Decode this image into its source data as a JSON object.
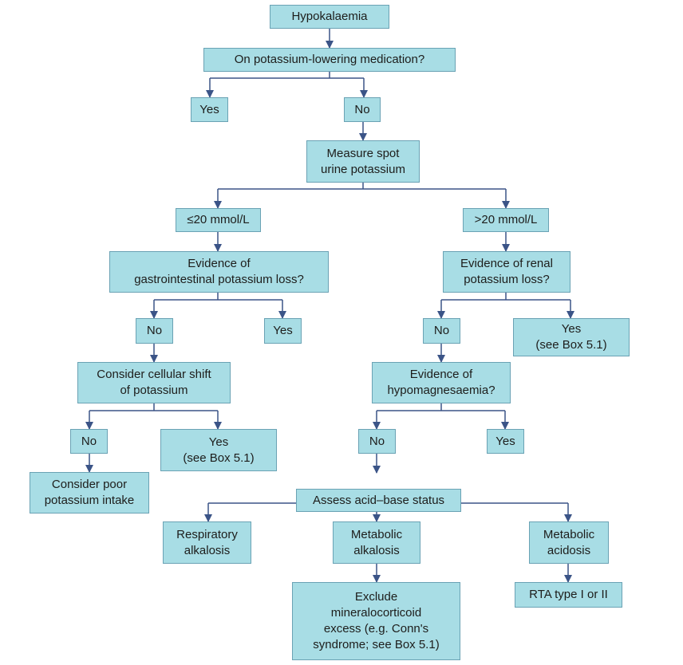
{
  "colors": {
    "box_fill": "#a8dde5",
    "box_border": "#6aa2b4",
    "connector": "#3b5487",
    "text": "#1d1d1b"
  },
  "nodes": {
    "hypokalaemia": [
      "Hypokalaemia"
    ],
    "medication_question": [
      "On potassium-lowering medication?"
    ],
    "medication_yes": [
      "Yes"
    ],
    "medication_no": [
      "No"
    ],
    "measure_urine": [
      "Measure spot",
      "urine potassium"
    ],
    "low_urine": [
      "≤20 mmol/L"
    ],
    "high_urine": [
      ">20 mmol/L"
    ],
    "gi_loss_question": [
      "Evidence of",
      "gastrointestinal potassium loss?"
    ],
    "renal_loss_question": [
      "Evidence of renal",
      "potassium loss?"
    ],
    "gi_no": [
      "No"
    ],
    "gi_yes": [
      "Yes"
    ],
    "renal_no": [
      "No"
    ],
    "renal_yes": [
      "Yes",
      "(see Box 5.1)"
    ],
    "cellular_shift": [
      "Consider cellular shift",
      "of potassium"
    ],
    "hypomagnesaemia_question": [
      "Evidence of",
      "hypomagnesaemia?"
    ],
    "shift_no": [
      "No"
    ],
    "shift_yes": [
      "Yes",
      "(see Box 5.1)"
    ],
    "mg_no": [
      "No"
    ],
    "mg_yes": [
      "Yes"
    ],
    "poor_intake": [
      "Consider poor",
      "potassium intake"
    ],
    "acid_base": [
      "Assess acid–base status"
    ],
    "respiratory_alkalosis": [
      "Respiratory",
      "alkalosis"
    ],
    "metabolic_alkalosis": [
      "Metabolic",
      "alkalosis"
    ],
    "metabolic_acidosis": [
      "Metabolic",
      "acidosis"
    ],
    "exclude_mineralocorticoid": [
      "Exclude",
      "mineralocorticoid",
      "excess (e.g. Conn's",
      "syndrome; see Box 5.1)"
    ],
    "rta": [
      "RTA type I or II"
    ]
  }
}
